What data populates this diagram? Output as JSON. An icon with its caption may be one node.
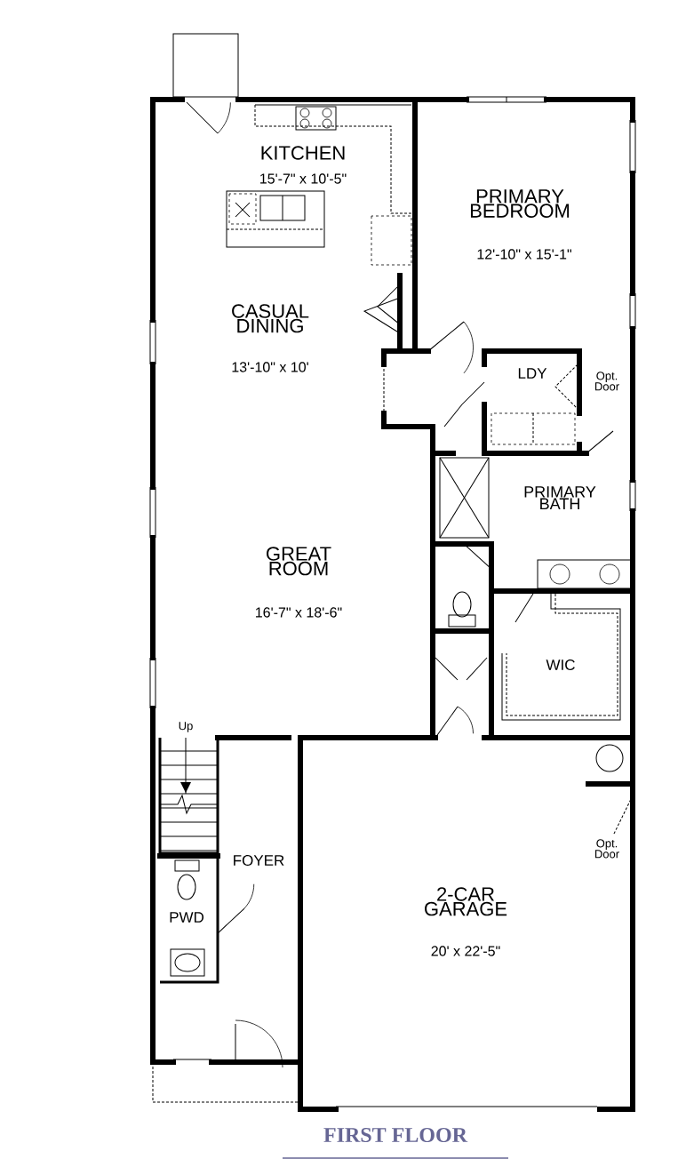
{
  "diagram": {
    "title": "FIRST FLOOR",
    "labels": [
      "KITCHEN",
      "15'-7\" x 10'-5\"",
      "PRIMARY BEDROOM",
      "12'-10\" x 15'-1\"",
      "CASUAL DINING",
      "13'-10\" x 10'",
      "LDY",
      "Opt. Door",
      "PRIMARY BATH",
      "GREAT ROOM",
      "16'-7\" x 18'-6\"",
      "WIC",
      "Up",
      "FOYER",
      "Opt. Door",
      "PWD",
      "2-CAR GARAGE",
      "20' x 22'-5\""
    ]
  }
}
